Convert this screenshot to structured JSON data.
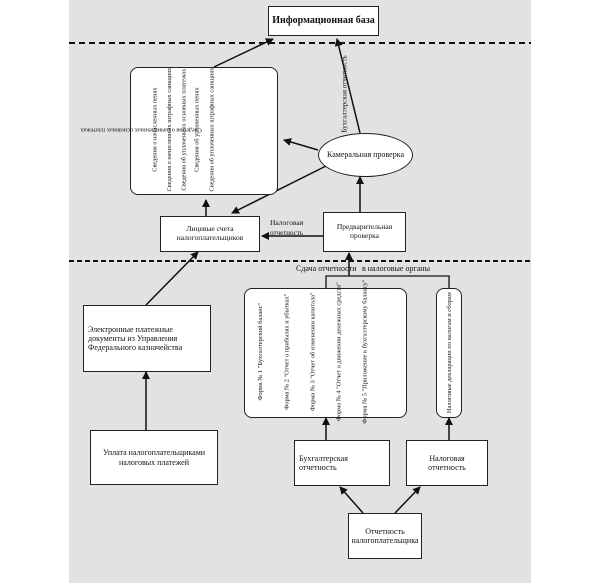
{
  "top": {
    "info_base": "Информационная база"
  },
  "middle": {
    "accounting_reporting_vertical": "Бухгалтерская отчетность",
    "cameral_check": "Камеральная проверка",
    "tax_reporting": "Налоговая",
    "tax_reporting_2": "отчетность",
    "personal_accounts": "Лицевые счета налогоплательщиков",
    "preliminary_check": "Предварительная проверка",
    "submission": "Сдача отчетности",
    "to_tax_authorities": "в налоговые органы",
    "info_list": [
      "Сведения о начисленных основных платежах",
      "Сведения о начисленных пенях",
      "Сведения о начисленных штрафных санкциях",
      "Сведения об уплаченных основных платежах",
      "Сведения об уплаченных пенях",
      "Сведения об уплаченных штрафных санкциях"
    ]
  },
  "bottom": {
    "electronic_docs": "Электронные платежные документы из Управления Федерального казначейства",
    "payment": "Уплата налогоплательщиками налоговых платежей",
    "accounting_report": "Бухгалтерская отчетность",
    "tax_report": "Налоговая отчетность",
    "taxpayer_report": "Отчетность налогоплательщика",
    "declarations": "Налоговые декларации по налогам и сборам",
    "forms": [
      "Форма № 1 \"Бухгалтерский баланс\"",
      "Форма № 2 \"Отчет о прибылях и убытках\"",
      "Форма № 3 \"Отчет об изменении капитала\"",
      "Форма № 4 \"Отчет о движении денежных средств\"",
      "Форма № 5 \"Приложение к бухгалтерскому балансу\""
    ]
  }
}
